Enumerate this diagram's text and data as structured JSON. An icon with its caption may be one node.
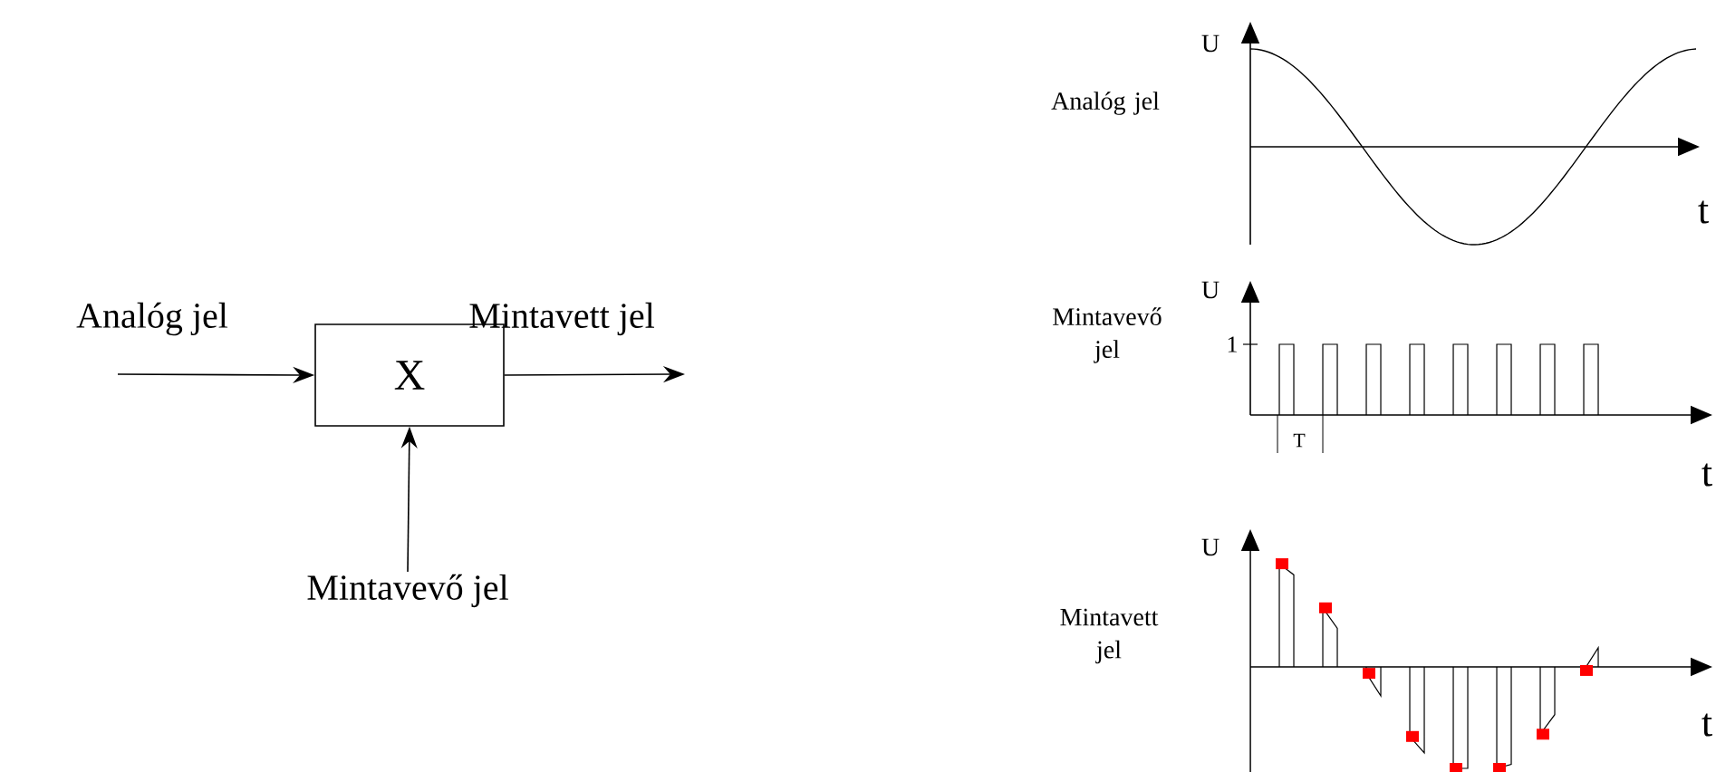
{
  "diagram": {
    "nodes": [
      {
        "text": [
          "X"
        ]
      },
      {
        "text": [
          "Analóg jel"
        ]
      },
      {
        "text": [
          "Mintavett jel"
        ]
      },
      {
        "text": [
          "Mintavevő jel"
        ]
      }
    ],
    "edges": [
      {
        "from": 1,
        "to": 0,
        "arrow": "to"
      },
      {
        "from": 0,
        "to": 2,
        "arrow": "to"
      },
      {
        "from": 3,
        "to": 0,
        "arrow": "to"
      }
    ],
    "labels": [
      "U",
      "Analóg jel",
      "t",
      "U",
      "Mintavevő jel",
      "1",
      "T",
      "t",
      "U",
      "Mintavett jel",
      "t"
    ]
  }
}
